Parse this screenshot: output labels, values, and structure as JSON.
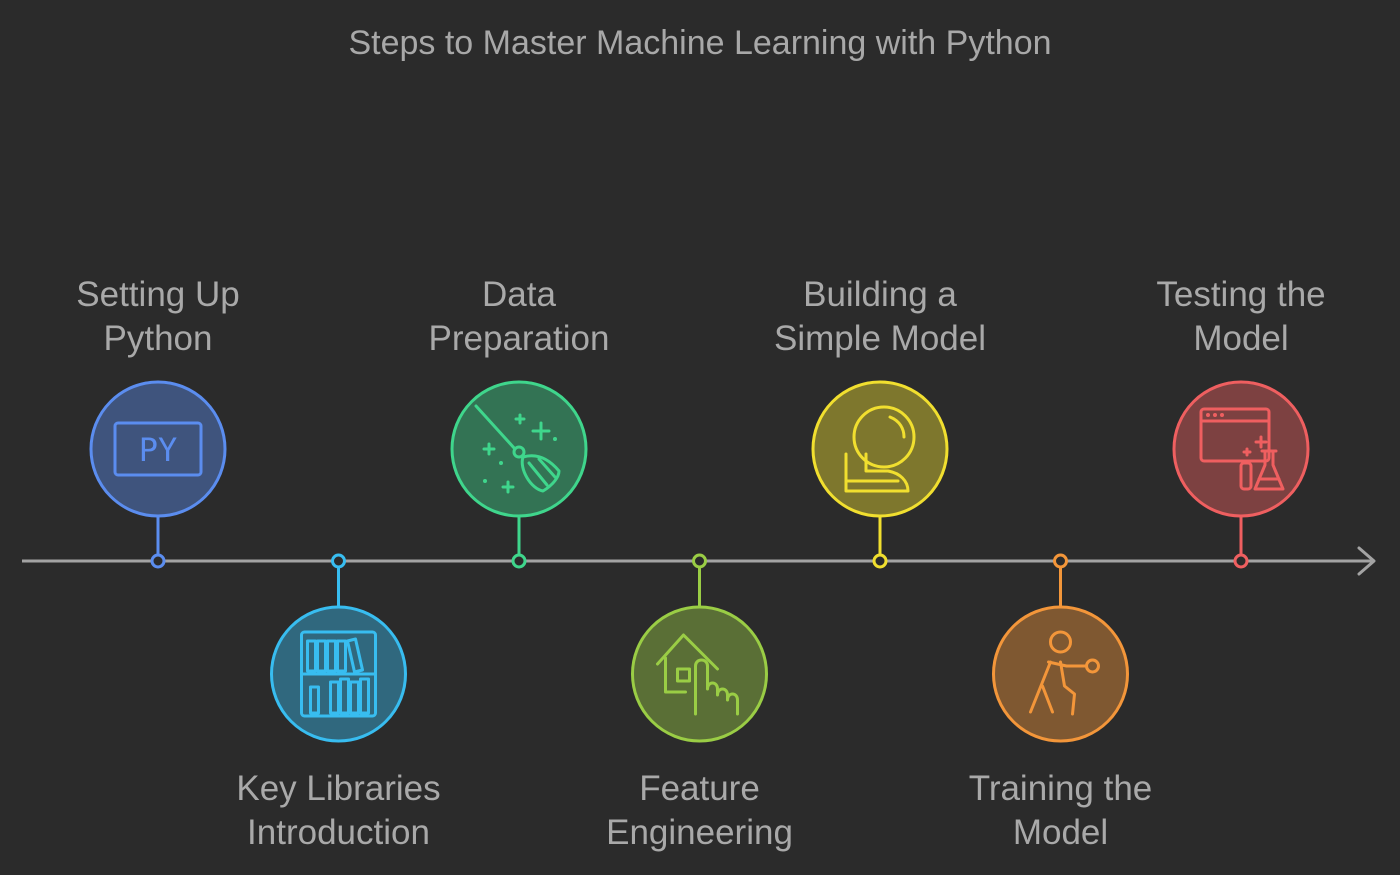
{
  "title": "Steps to Master Machine Learning with Python",
  "steps": [
    {
      "lines": [
        "Setting Up",
        "Python"
      ],
      "color": "#5b8def",
      "icon": "python-code-icon",
      "icon_text": "PY"
    },
    {
      "lines": [
        "Key Libraries",
        "Introduction"
      ],
      "color": "#38bdf0",
      "icon": "bookshelf-icon"
    },
    {
      "lines": [
        "Data",
        "Preparation"
      ],
      "color": "#3fd68c",
      "icon": "broom-sparkle-icon"
    },
    {
      "lines": [
        "Feature",
        "Engineering"
      ],
      "color": "#9acd45",
      "icon": "house-hand-icon"
    },
    {
      "lines": [
        "Building a",
        "Simple Model"
      ],
      "color": "#f1df2f",
      "icon": "bell-model-icon"
    },
    {
      "lines": [
        "Training the",
        "Model"
      ],
      "color": "#f3963a",
      "icon": "training-person-icon"
    },
    {
      "lines": [
        "Testing the",
        "Model"
      ],
      "color": "#ef5f60",
      "icon": "lab-test-icon"
    }
  ]
}
